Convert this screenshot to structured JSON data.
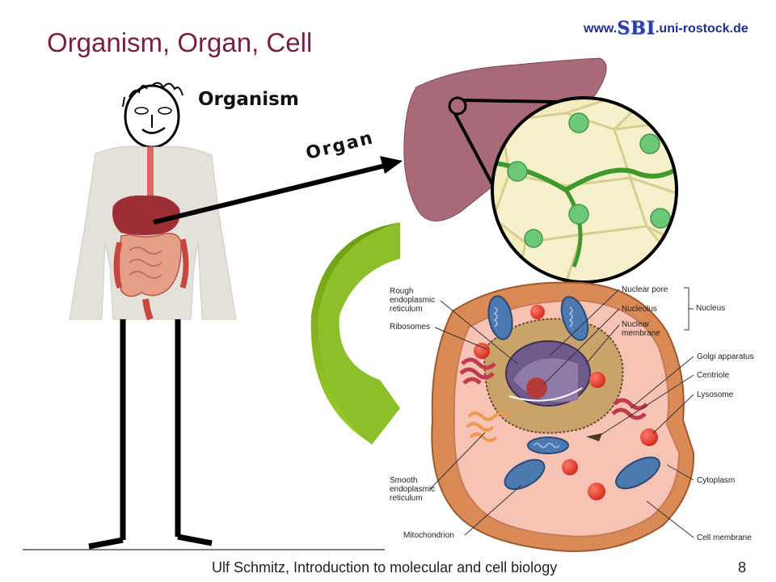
{
  "slide": {
    "title": "Organism, Organ, Cell",
    "header_url_prefix": "www.",
    "header_logo": "SBI",
    "header_url_suffix": ".uni-rostock.de",
    "footer": "Ulf Schmitz, Introduction to molecular and cell biology",
    "page_number": "8"
  },
  "labels": {
    "organism": "Organism",
    "organ": "Organ"
  },
  "cell_labels": {
    "rough_er": "Rough\nendoplasmic\nreticulum",
    "ribosomes": "Ribosomes",
    "nuclear_pore": "Nuclear pore",
    "nucleolus": "Nucleolus",
    "nuclear_membrane": "Nuclear\nmembrane",
    "nucleus": "Nucleus",
    "golgi": "Golgi apparatus",
    "centriole": "Centriole",
    "lysosome": "Lysosome",
    "cytoplasm": "Cytoplasm",
    "cell_membrane": "Cell membrane",
    "smooth_er": "Smooth\nendoplasmic\nreticulum",
    "mitochondrion": "Mitochondrion"
  },
  "colors": {
    "title": "#7a1f44",
    "liver": "#a86a78",
    "cell_outer": "#d98a55",
    "cytoplasm": "#f7c3b4",
    "nucleus": "#6f5a8c",
    "mitochondrion": "#4b79b0",
    "arrow_green": "#7fae1f"
  }
}
